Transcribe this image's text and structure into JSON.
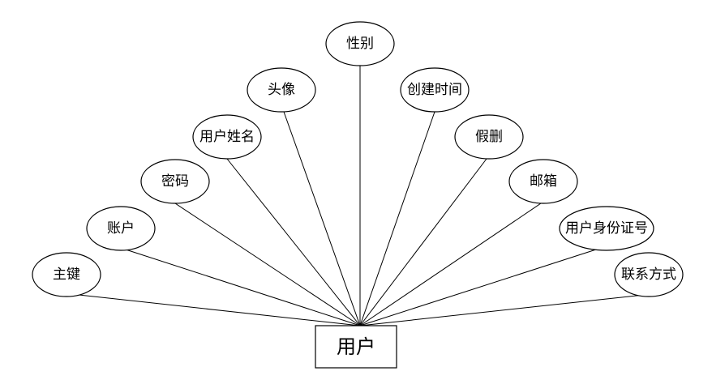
{
  "entity": {
    "name": "用户"
  },
  "attributes": [
    {
      "id": "primary-key",
      "label": "主键"
    },
    {
      "id": "account",
      "label": "账户"
    },
    {
      "id": "password",
      "label": "密码"
    },
    {
      "id": "user-name",
      "label": "用户姓名"
    },
    {
      "id": "avatar",
      "label": "头像"
    },
    {
      "id": "gender",
      "label": "性别"
    },
    {
      "id": "create-time",
      "label": "创建时间"
    },
    {
      "id": "soft-delete",
      "label": "假删"
    },
    {
      "id": "email",
      "label": "邮箱"
    },
    {
      "id": "id-number",
      "label": "用户身份证号"
    },
    {
      "id": "contact",
      "label": "联系方式"
    }
  ],
  "colors": {
    "stroke": "#000000",
    "fill": "#ffffff",
    "text": "#000000"
  }
}
